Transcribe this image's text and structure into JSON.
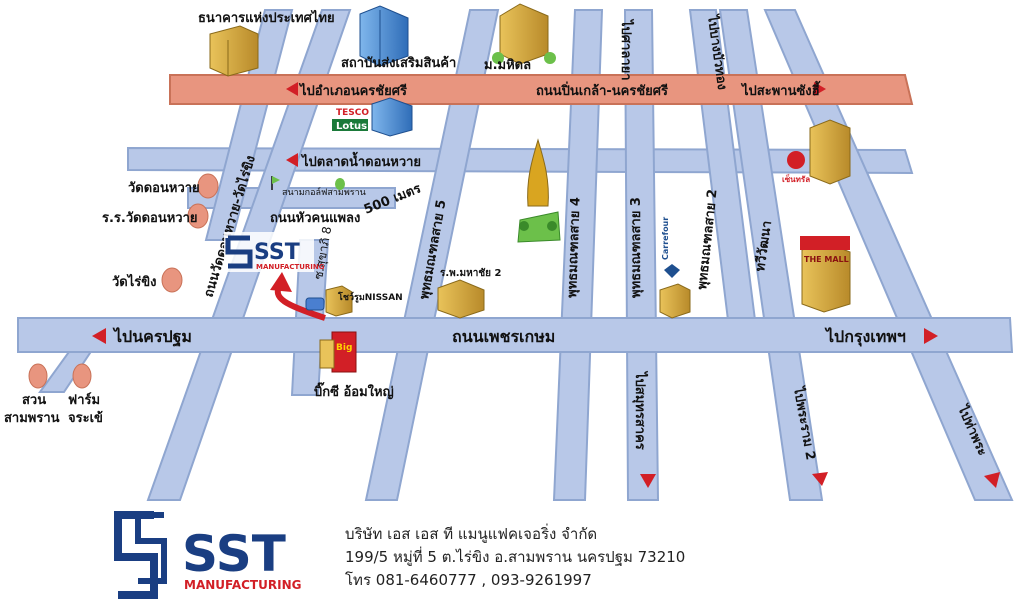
{
  "map": {
    "colors": {
      "road": "#b8c8e8",
      "road_edge": "#8fa6d0",
      "highway": "#e8957f",
      "arrow": "#d21f26",
      "green": "#6cc04a",
      "gold": "#d9a520"
    },
    "highway": {
      "name": "ถนนปิ่นเกล้า-นครชัยศรี",
      "left": "ไปอำเภอนครชัยศรี",
      "right": "ไปสะพานซังฮี้"
    },
    "main_road": {
      "name": "ถนนเพชรเกษม",
      "left": "ไปนครปฐม",
      "right": "ไปกรุงเทพฯ"
    },
    "roads": {
      "wat_dontawai_raiking": "ถนนวัดดอนหวาย-วัดไร่ขิง",
      "hua_khan_pheang": "ถนนหัวคนแพลง",
      "distance": "500 เมตร",
      "soi_8": "ซ.สุขาภิ 8",
      "phutthamonthon_5": "พุทธมณฑลสาย 5",
      "phutthamonthon_4": "พุทธมณฑลสาย 4",
      "phutthamonthon_3": "พุทธมณฑลสาย 3",
      "phutthamonthon_2": "พุทธมณฑลสาย 2",
      "taweewattana": "ทวีวัฒนา",
      "to_market": "ไปตลาดน้ำดอนหวาย",
      "to_sala_ya": "ไปศาลายา",
      "to_bang_bua_thong": "ไปบางบัวทอง",
      "to_samut_sakhon": "ไปสมุทรสาคร",
      "to_rama2": "ไปพระราม 2",
      "to_tha_phra": "ไปท่าพระ"
    },
    "landmarks": {
      "bank": "ธนาคารแห่งประเทศไทย",
      "ministry": "สถาบันส่งเสริมสินค้า",
      "mahidol": "ม.มหิดล",
      "tesco_top": "TESCO",
      "tesco_bottom": "Lotus",
      "wat_dontawai": "วัดดอนหวาย",
      "school_dontawai": "ร.ร.วัดดอนหวาย",
      "wat_raiking": "วัดไร่ขิง",
      "golf": "สนามกอล์ฟสามพราน",
      "nissan": "โชว์รูมNISSAN",
      "big_c_sign": "Big",
      "big_c": "บิ๊กซี อ้อมใหญ่",
      "hospital": "ร.พ.มหาชัย 2",
      "carrefour": "Carrefour",
      "the_mall_sign": "THE MALL",
      "central_brand": "เซ็นทรัล",
      "suan_1": "สวน",
      "suan_2": "สามพราน",
      "farm_1": "ฟาร์ม",
      "farm_2": "จระเข้"
    },
    "sst_logo": {
      "main": "SST",
      "sub": "MANUFACTURING"
    }
  },
  "footer": {
    "logo_main": "SST",
    "logo_sub": "MANUFACTURING",
    "company": "บริษัท เอส เอส ที แมนูแฟคเจอริ่ง จำกัด",
    "address": "199/5 หมู่ที่ 5 ต.ไร่ขิง อ.สามพราน นครปฐม 73210",
    "phone": "โทร 081-6460777 , 093-9261997"
  }
}
